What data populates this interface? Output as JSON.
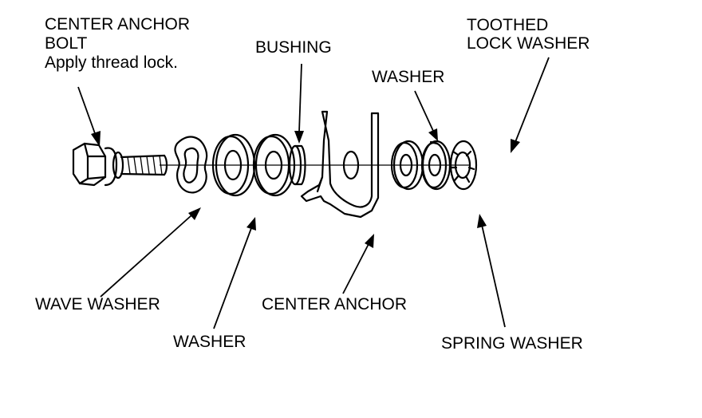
{
  "labels": {
    "center_anchor_bolt_line1": "CENTER ANCHOR",
    "center_anchor_bolt_line2": "BOLT",
    "center_anchor_bolt_note": "Apply thread lock.",
    "bushing": "BUSHING",
    "toothed_lock_washer_line1": "TOOTHED",
    "toothed_lock_washer_line2": "LOCK WASHER",
    "washer_top": "WASHER",
    "wave_washer": "WAVE WASHER",
    "washer_bottom": "WASHER",
    "center_anchor": "CENTER ANCHOR",
    "spring_washer": "SPRING WASHER"
  },
  "style": {
    "line_color": "#000000",
    "background": "#ffffff"
  }
}
